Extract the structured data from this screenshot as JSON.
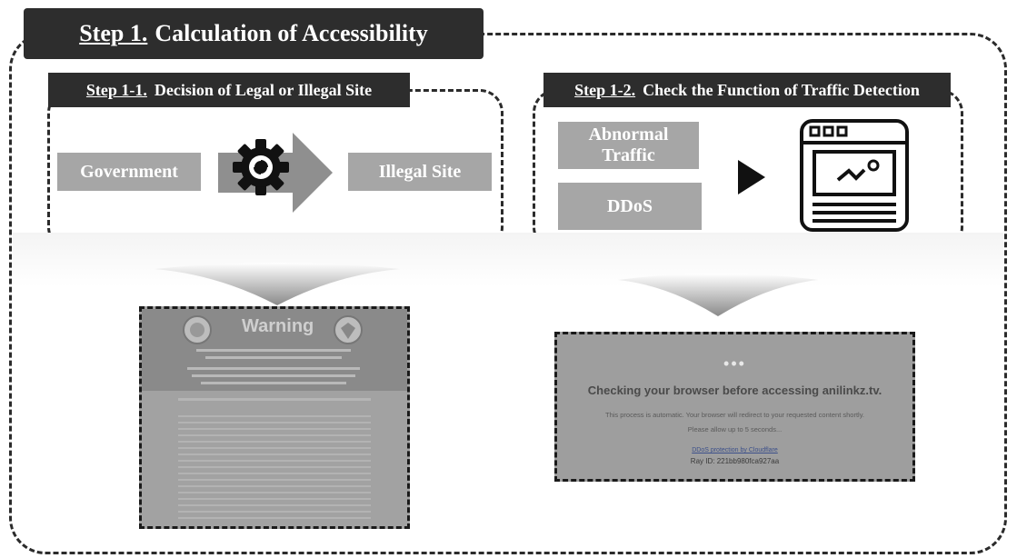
{
  "step1": {
    "prefix": "Step 1.",
    "title": "Calculation of Accessibility"
  },
  "step1_1": {
    "prefix": "Step 1-1.",
    "title": "Decision of Legal or Illegal Site",
    "left_box": "Government",
    "right_box": "Illegal Site",
    "gear_icon": "gear-icon",
    "arrow_icon": "arrow-right-icon"
  },
  "step1_2": {
    "prefix": "Step 1-2.",
    "title": "Check the Function of Traffic Detection",
    "box_top_line1": "Abnormal",
    "box_top_line2": "Traffic",
    "box_bottom": "DDoS",
    "play_icon": "play-icon",
    "browser_icon": "browser-window-icon"
  },
  "warning_page": {
    "title": "Warning"
  },
  "ddos_page": {
    "dots": "•••",
    "heading": "Checking your browser before accessing anilinkz.tv.",
    "line1": "This process is automatic. Your browser will redirect to your requested content shortly.",
    "line2": "Please allow up to 5 seconds...",
    "link": "DDoS protection by Cloudflare",
    "ray": "Ray ID: 221bb980fca927aa"
  },
  "colors": {
    "dark": "#2d2d2d",
    "gray_box": "#a6a6a6",
    "screenshot_bg": "#9e9e9e"
  }
}
